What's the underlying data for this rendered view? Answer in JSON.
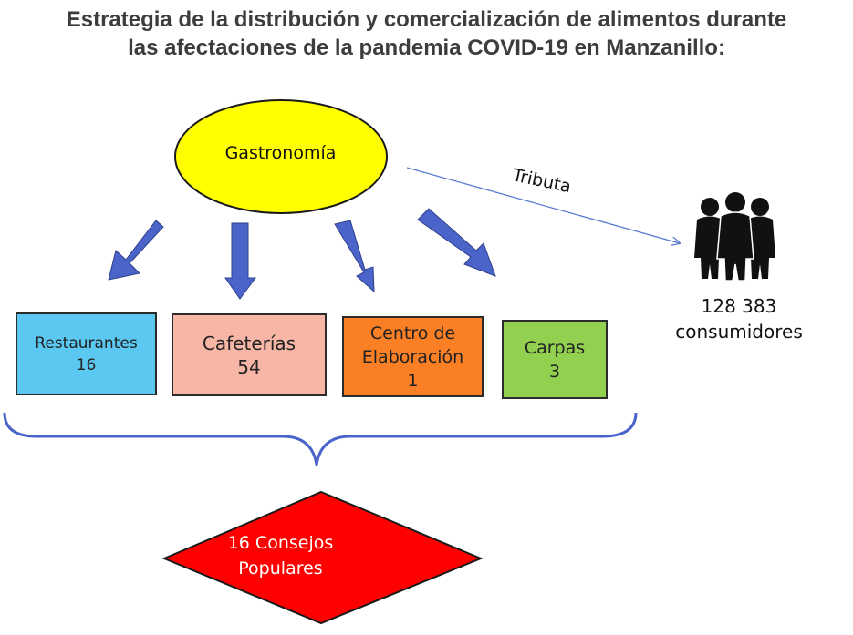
{
  "title": {
    "line1": "Estrategia de la distribución y comercialización de alimentos durante",
    "line2": "las afectaciones de la pandemia COVID-19 en Manzanillo:"
  },
  "center": {
    "label": "Gastronomía"
  },
  "boxes": {
    "restaurantes": {
      "label": "Restaurantes",
      "value": "16",
      "color": "#5bc8f2"
    },
    "cafeterias": {
      "label": "Cafeterías",
      "value": "54",
      "color": "#f7b6a6"
    },
    "centro": {
      "label_line1": "Centro de",
      "label_line2": "Elaboración",
      "value": "1",
      "color": "#fb7f24"
    },
    "carpas": {
      "label": "Carpas",
      "value": "3",
      "color": "#92d050"
    }
  },
  "tributa": {
    "label": "Tributa"
  },
  "consumers": {
    "count": "128 383",
    "label": "consumidores",
    "icon": "people-group-icon"
  },
  "consejos": {
    "line1": "16 Consejos",
    "line2": "Populares",
    "color": "#ff0000"
  },
  "colors": {
    "ellipse": "#ffff00",
    "arrow": "#4a64c9",
    "brace": "#4a64c9"
  }
}
